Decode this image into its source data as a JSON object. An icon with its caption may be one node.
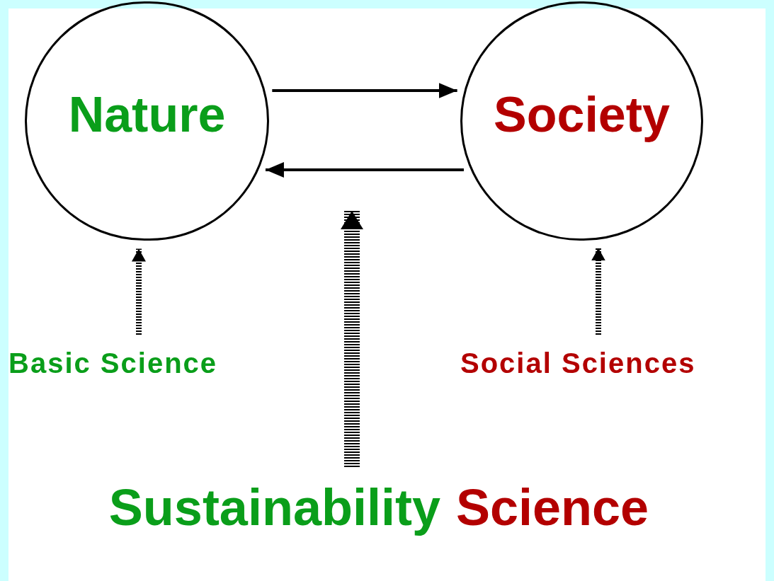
{
  "diagram": {
    "nodes": [
      {
        "text": [
          "Nature"
        ]
      },
      {
        "text": [
          "Society"
        ]
      },
      {
        "text": [
          "Basic Science"
        ]
      },
      {
        "text": [
          "Social Sciences"
        ]
      },
      {
        "text": [
          "Sustainability",
          "Science"
        ]
      }
    ],
    "edges": [
      {
        "from": 0,
        "to": 1,
        "arrow": "to"
      },
      {
        "from": 1,
        "to": 0,
        "arrow": "to"
      },
      {
        "from": 2,
        "to": 0,
        "arrow": "to",
        "style": "dashed"
      },
      {
        "from": 3,
        "to": 1,
        "arrow": "to",
        "style": "dashed"
      },
      {
        "from": 4,
        "to": null,
        "arrow": "to",
        "style": "dashed"
      }
    ]
  }
}
